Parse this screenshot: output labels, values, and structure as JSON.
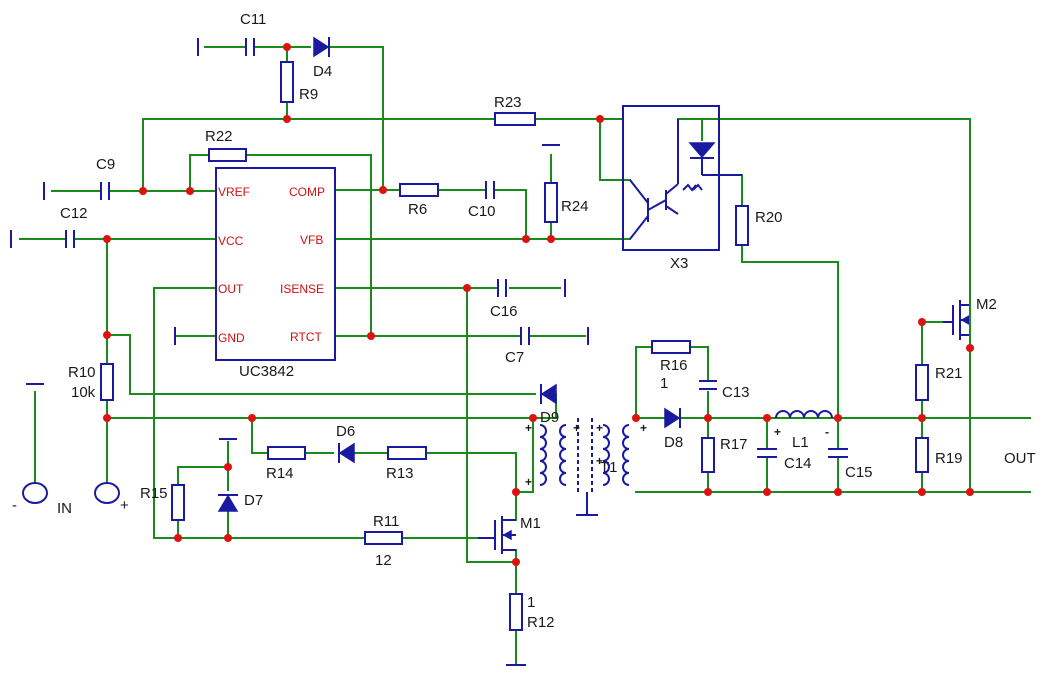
{
  "components": {
    "C11": "C11",
    "D4": "D4",
    "R9": "R9",
    "R23": "R23",
    "R22": "R22",
    "C9": "C9",
    "C12": "C12",
    "R6": "R6",
    "C10": "C10",
    "R24": "R24",
    "R20": "R20",
    "X3": "X3",
    "C16": "C16",
    "C7": "C7",
    "M2": "M2",
    "R16": "R16",
    "R16_val": "1",
    "C13": "C13",
    "D9": "D9",
    "D8": "D8",
    "R17": "R17",
    "L1": "L1",
    "C14": "C14",
    "C15": "C15",
    "R21": "R21",
    "R19": "R19",
    "R10": "R10",
    "R10_val": "10k",
    "D6": "D6",
    "R14": "R14",
    "R13": "R13",
    "R15": "R15",
    "D7": "D7",
    "R11": "R11",
    "R11_val": "12",
    "M1": "M1",
    "R12": "R12",
    "R12_val": "1",
    "T1": "T1",
    "ic": "UC3842"
  },
  "ic_pins": {
    "vref": "VREF",
    "vcc": "VCC",
    "out": "OUT",
    "gnd": "GND",
    "comp": "COMP",
    "vfb": "VFB",
    "isense": "ISENSE",
    "rtct": "RTCT"
  },
  "terminals": {
    "in": "IN",
    "out": "OUT",
    "minus": "-",
    "plus": "+"
  },
  "polarity": {
    "plus": "+",
    "minus": "-"
  }
}
